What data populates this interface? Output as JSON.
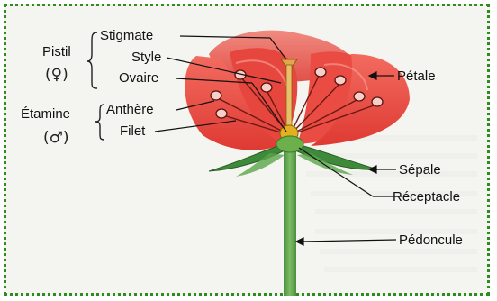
{
  "diagram": {
    "groups": {
      "pistil": {
        "name": "Pistil",
        "symbol": "(♀)"
      },
      "etamine": {
        "name": "Étamine",
        "symbol": "(♂)"
      }
    },
    "labels": {
      "stigmate": "Stigmate",
      "style": "Style",
      "ovaire": "Ovaire",
      "anthere": "Anthère",
      "filet": "Filet",
      "petale": "Pétale",
      "sepale": "Sépale",
      "receptacle": "Réceptacle",
      "pedoncule": "Pédoncule"
    },
    "colors": {
      "frame": "#2e8b1e",
      "petal": "#e8403a",
      "petal_light": "#f27a6e",
      "sepal": "#3f8a3a",
      "stem": "#5fa050",
      "pistil": "#e8b85a",
      "ovary": "#e0b020",
      "receptacle": "#6bb04a"
    }
  }
}
